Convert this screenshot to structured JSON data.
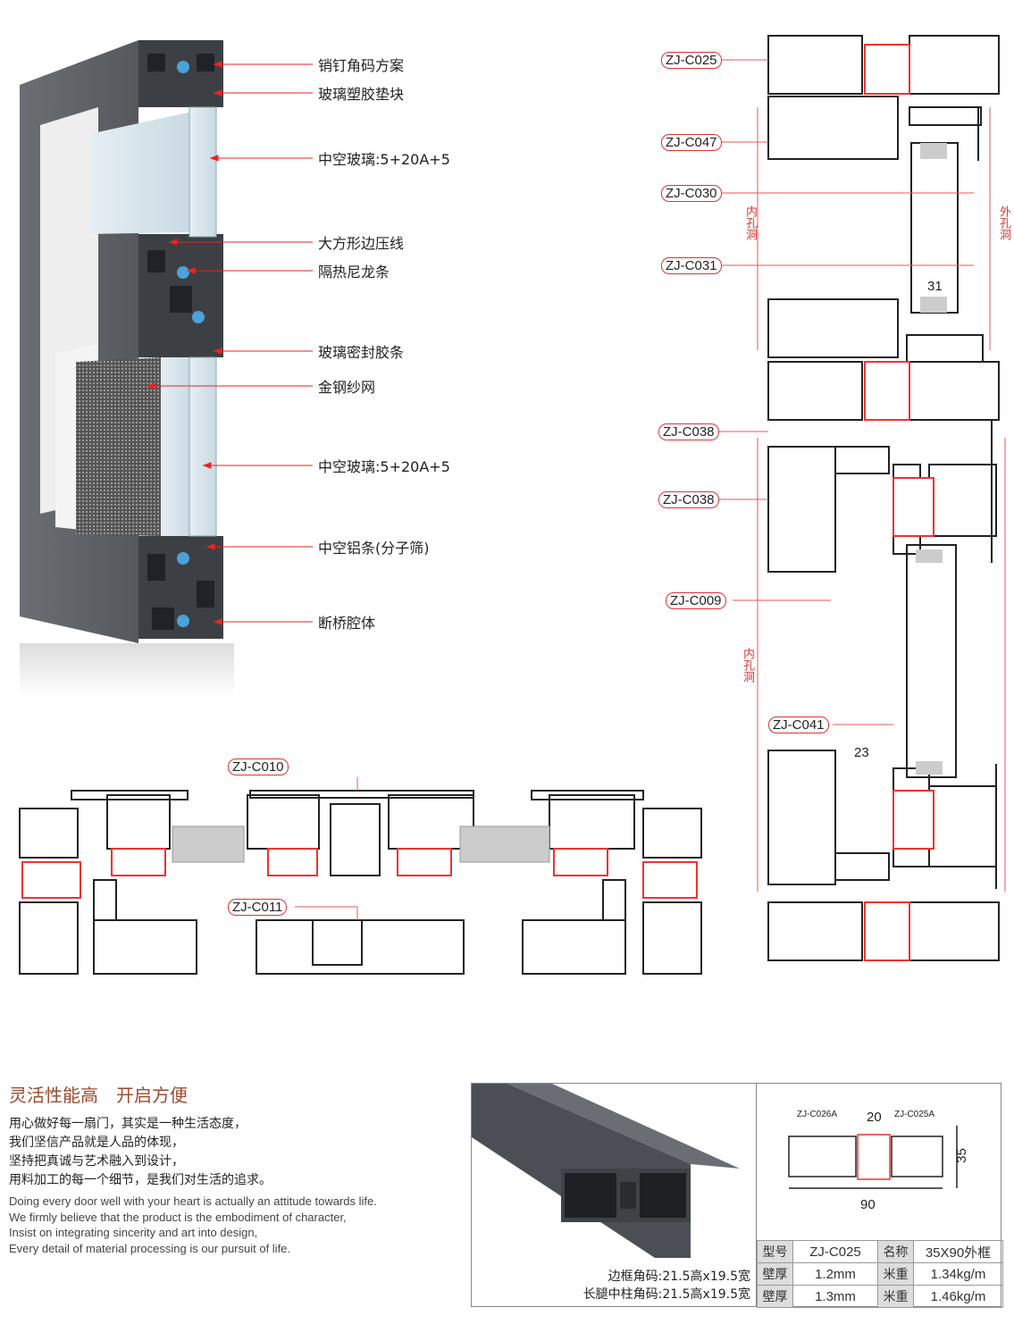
{
  "callouts": [
    "销钉角码方案",
    "玻璃塑胶垫块",
    "中空玻璃:5+20A+5",
    "大方形边压线",
    "隔热尼龙条",
    "玻璃密封胶条",
    "金钢纱网",
    "中空玻璃:5+20A+5",
    "中空铝条(分子筛)",
    "断桥腔体"
  ],
  "vertical_section": {
    "codes": [
      "ZJ-C025",
      "ZJ-C047",
      "ZJ-C030",
      "ZJ-C031",
      "ZJ-C038",
      "ZJ-C038",
      "ZJ-C009",
      "ZJ-C041"
    ],
    "inner_hole_1": "内孔洞",
    "inner_hole_2": "内孔洞",
    "outer_hole": "外孔洞",
    "dim_31": "31",
    "dim_23": "23"
  },
  "horizontal_section": {
    "codes": [
      "ZJ-C010",
      "ZJ-C011"
    ]
  },
  "intro": {
    "heading": "灵活性能高　开启方便",
    "cn_lines": [
      "用心做好每一扇门，其实是一种生活态度，",
      "我们坚信产品就是人品的体现，",
      "坚持把真诚与艺术融入到设计，",
      "用料加工的每一个细节，是我们对生活的追求。"
    ],
    "en_lines": [
      "Doing every door well with your heart is actually an attitude towards life.",
      "We firmly believe that the product is the embodiment of character,",
      "Insist on integrating sincerity and art into design,",
      "Every detail of material processing is our pursuit of life."
    ]
  },
  "product": {
    "corner_1": "边框角码:21.5高x19.5宽",
    "corner_2": "长腿中柱角码:21.5高x19.5宽",
    "diagram": {
      "left_code": "ZJ-C026A",
      "right_code": "ZJ-C025A",
      "dim_top": "20",
      "dim_width": "90",
      "dim_height": "35"
    },
    "table": [
      [
        "型号",
        "ZJ-C025",
        "名称",
        "35X90外框"
      ],
      [
        "壁厚",
        "1.2mm",
        "米重",
        "1.34kg/m"
      ],
      [
        "壁厚",
        "1.3mm",
        "米重",
        "1.46kg/m"
      ]
    ]
  },
  "colors": {
    "accent_red": "#dd3333",
    "heading_brown": "#9b4a2e",
    "profile_grey": "#5d6066"
  }
}
